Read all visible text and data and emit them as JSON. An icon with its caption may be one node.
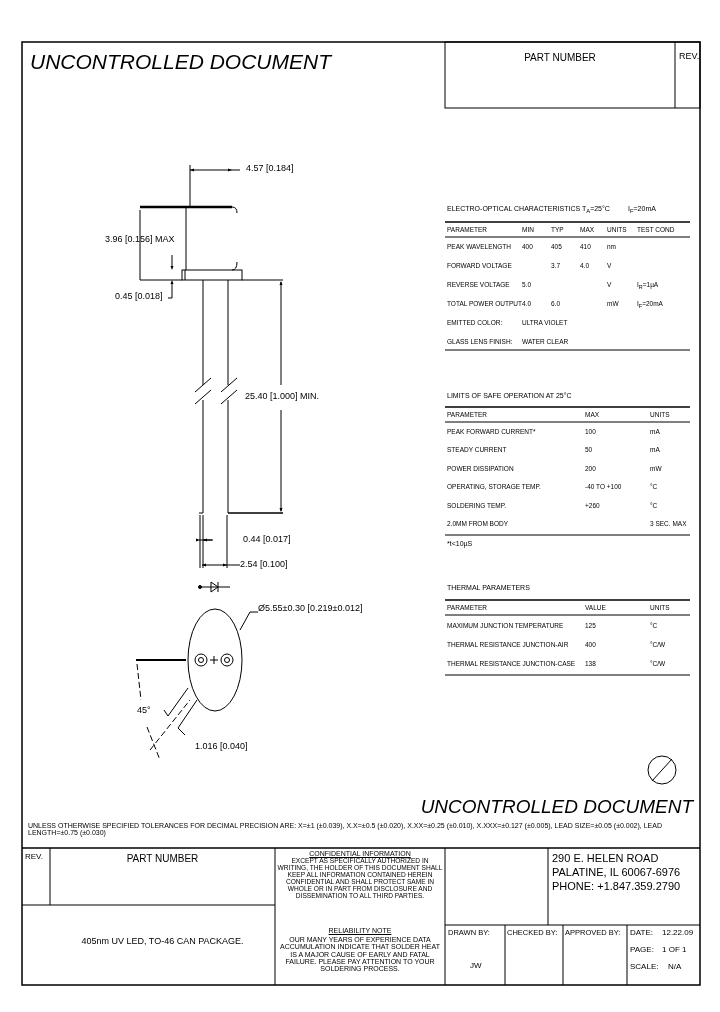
{
  "diagram": {
    "nodes": [
      {
        "text": [
          "Ø5.55±0.30 [0.219±0.012]"
        ]
      },
      {
        "text": [],
        "shape": "circle"
      }
    ],
    "edges": [
      {
        "from": 0,
        "to": 1,
        "arrow": "none"
      }
    ],
    "labels": [
      "UNCONTROLLED DOCUMENT",
      "PART NUMBER",
      "REV.",
      "4.57 [0.184]",
      "3.96 [0.156] MAX",
      "0.45 [0.018]",
      "25.40 [1.000] MIN.",
      "0.44 [0.017]",
      "2.54 [0.100]",
      "45°",
      "1.016 [0.040]",
      "ELECTRO-OPTICAL CHARACTERISTICS T$_{A}$=25°C",
      "I$_{F}$=20mA",
      "PARAMETER",
      "MIN",
      "TYP",
      "MAX",
      "UNITS",
      "TEST COND",
      "PEAK WAVELENGTH",
      "400",
      "405",
      "410",
      "nm",
      "FORWARD VOLTAGE",
      "3.7",
      "4.0",
      "V",
      "REVERSE VOLTAGE",
      "5.0",
      "V",
      "I$_{R}$=1µA",
      "TOTAL POWER OUTPUT",
      "4.0",
      "6.0",
      "mW",
      "I$_{F}$=20mA",
      "EMITTED COLOR:",
      "ULTRA VIOLET",
      "GLASS LENS FINISH:",
      "WATER CLEAR",
      "LIMITS OF SAFE OPERATION AT 25°C",
      "PARAMETER",
      "MAX",
      "UNITS",
      "PEAK FORWARD CURRENT*",
      "100",
      "mA",
      "STEADY CURRENT",
      "50",
      "mA",
      "POWER DISSIPATION",
      "200",
      "mW",
      "OPERATING, STORAGE TEMP.",
      "-40 TO +100",
      "°C",
      "SOLDERING TEMP.",
      "+260",
      "°C",
      "2.0MM FROM BODY",
      "3 SEC. MAX",
      "*t<10µS",
      "THERMAL PARAMETERS",
      "PARAMETER",
      "VALUE",
      "UNITS",
      "MAXIMUM JUNCTION TEMPERATURE",
      "125",
      "°C",
      "THERMAL RESISTANCE JUNCTION-AIR",
      "400",
      "°C/W",
      "THERMAL RESISTANCE JUNCTION-CASE",
      "138",
      "°C/W",
      "UNCONTROLLED DOCUMENT",
      "UNLESS OTHERWISE SPECIFIED TOLERANCES FOR DECIMAL PRECISION ARE: X=±1 (±0.039), X.X=±0.5 (±0.020), X.XX=±0.25 (±0.010), X.XXX=±0.127 (±0.005), LEAD SIZE=±0.05 (±0.002), LEAD LENGTH=±0.75 (±0.030)",
      "REV.",
      "PART NUMBER",
      "405nm UV LED, TO-46 CAN PACKAGE.",
      "CONFIDENTIAL INFORMATION",
      "EXCEPT AS SPECIFICALLY AUTHORIZED IN WRITING, THE HOLDER OF THIS DOCUMENT SHALL KEEP ALL INFORMATION CONTAINED HEREIN CONFIDENTIAL AND SHALL PROTECT SAME IN WHOLE OR IN PART FROM DISCLOSURE AND DISSEMINATION TO ALL THIRD PARTIES.",
      "RELIABILITY NOTE",
      "OUR MANY YEARS OF EXPERIENCE DATA ACCUMULATION INDICATE THAT SOLDER HEAT IS A MAJOR CAUSE OF EARLY AND FATAL FAILURE. PLEASE PAY ATTENTION TO YOUR SOLDERING PROCESS.",
      "290 E. HELEN ROAD",
      "PALATINE, IL 60067-6976",
      "PHONE: +1.847.359.2790",
      "DRAWN BY:",
      "JW",
      "CHECKED BY:",
      "APPROVED BY:",
      "DATE:",
      "12.22.09",
      "PAGE:",
      "1 OF 1",
      "SCALE:",
      "N/A"
    ]
  }
}
